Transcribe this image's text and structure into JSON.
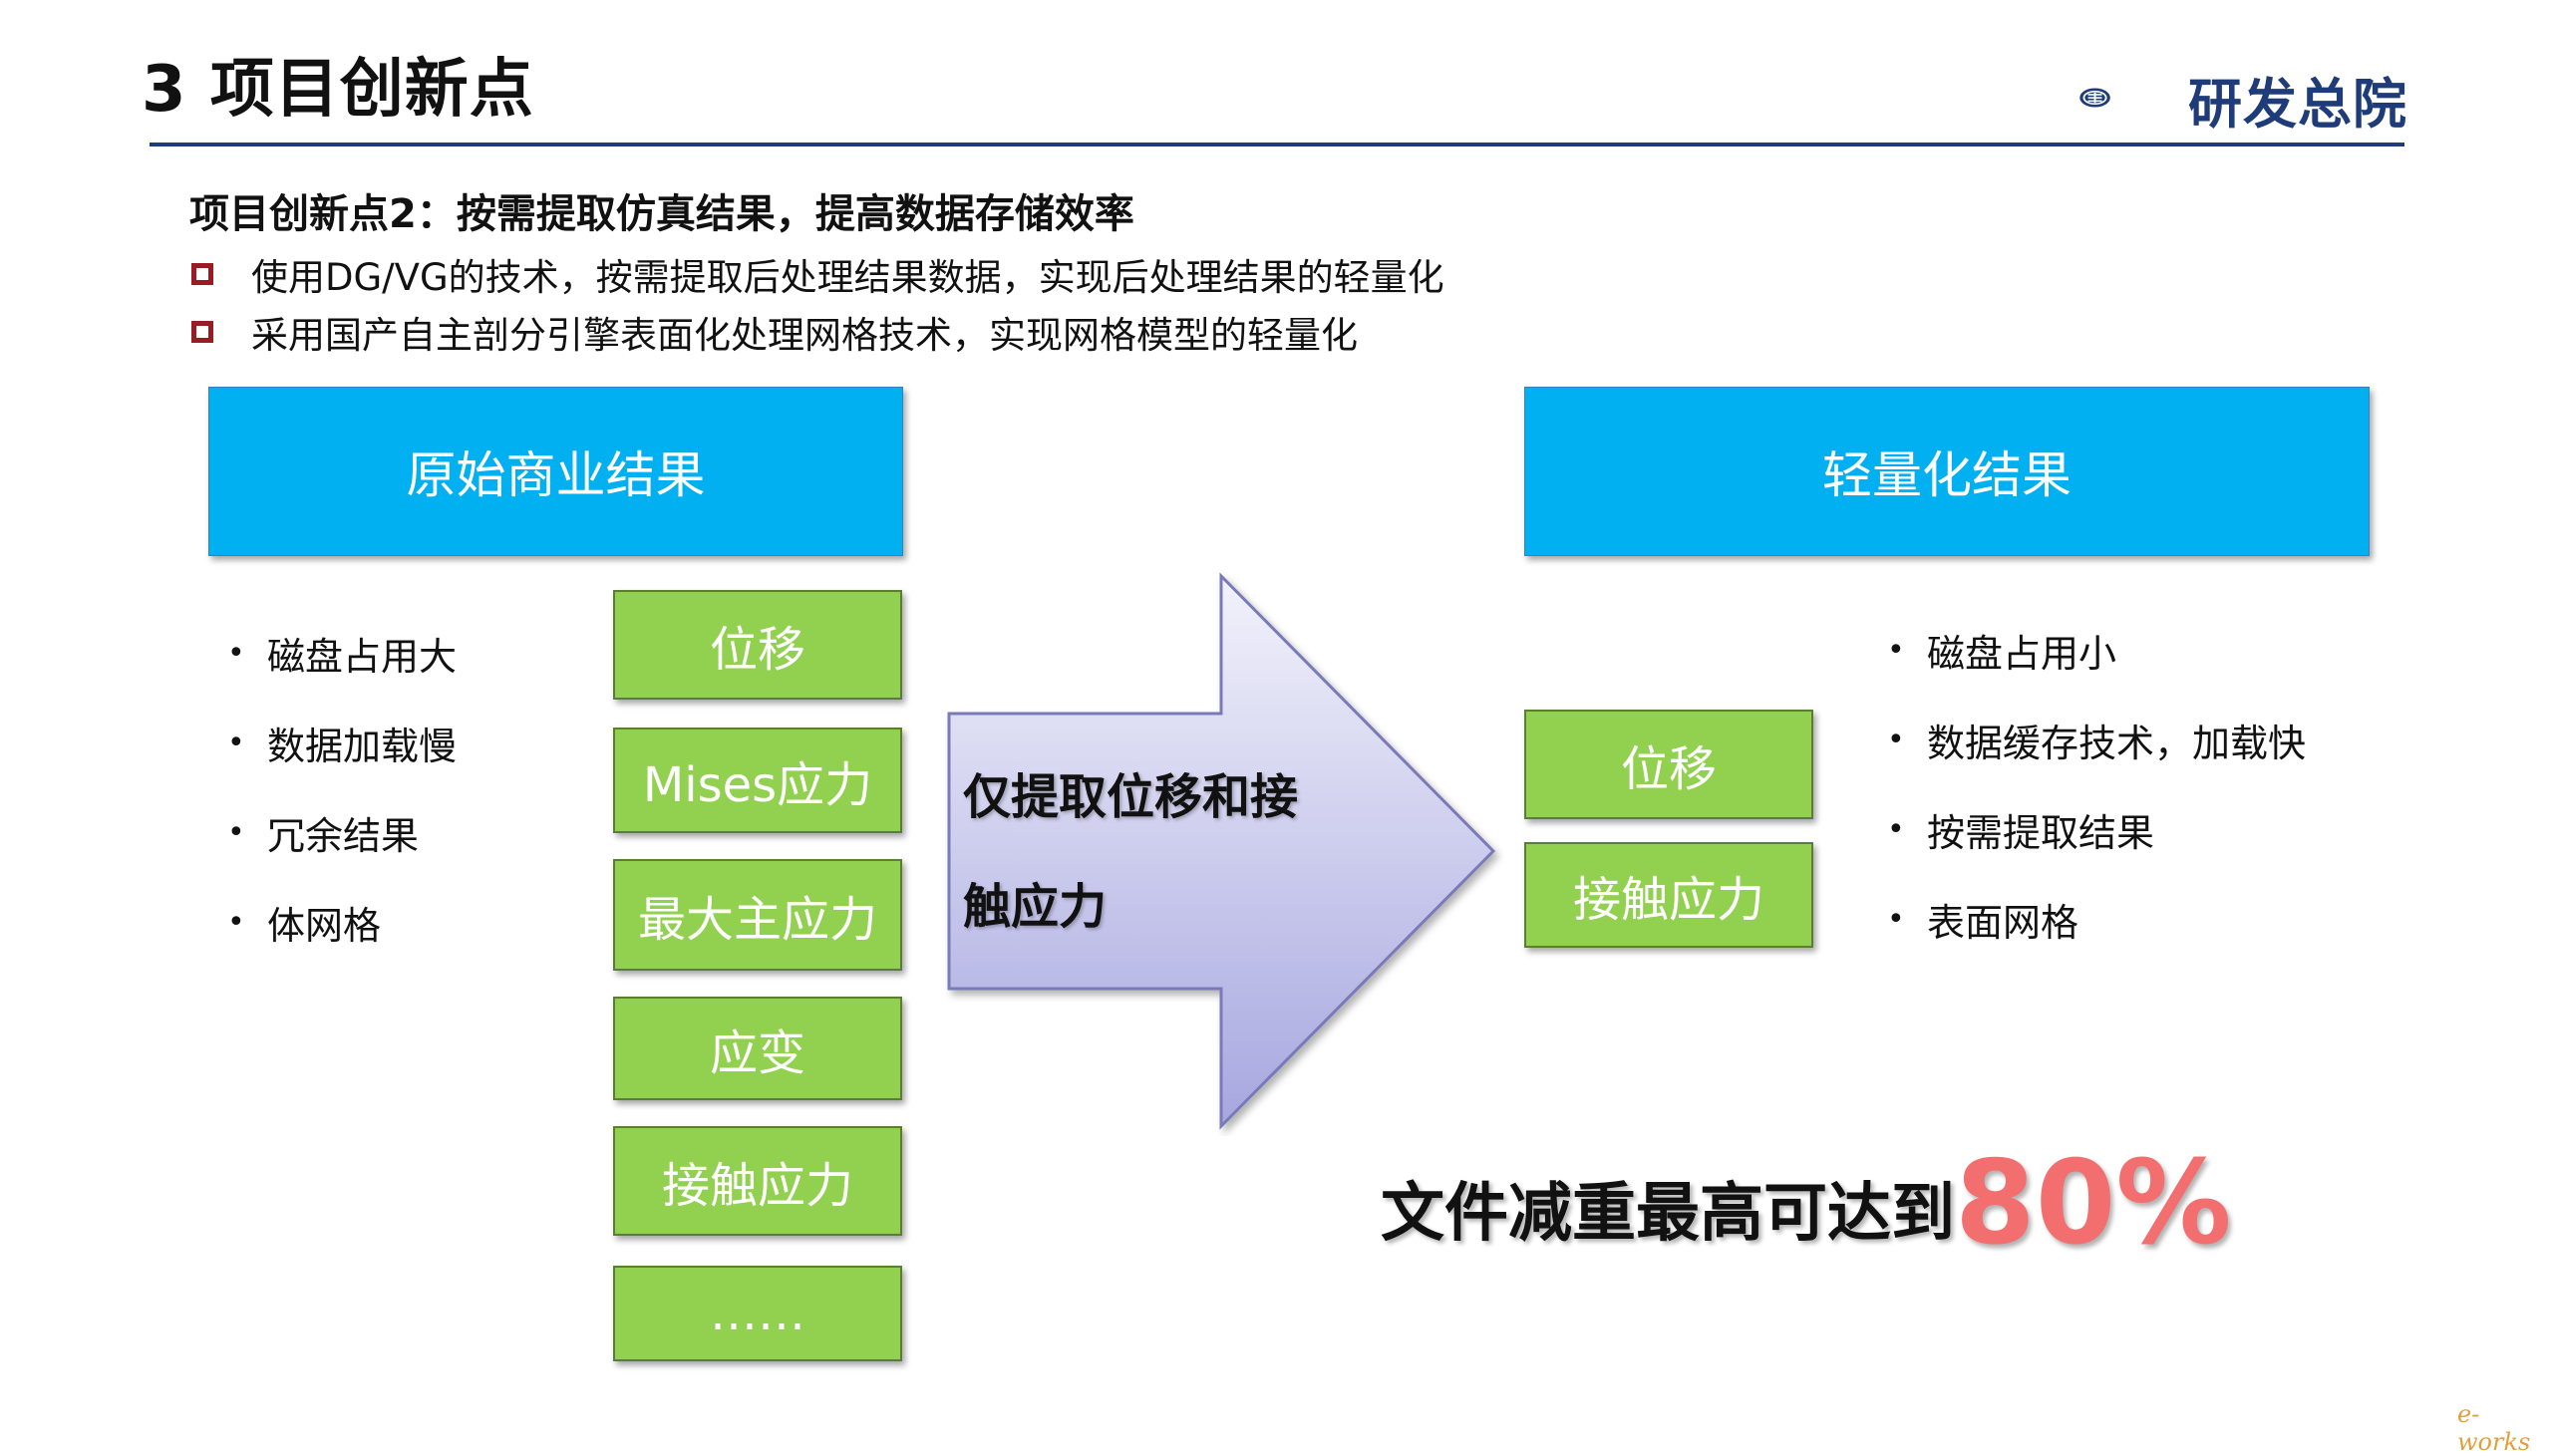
{
  "header": {
    "title": "3 项目创新点",
    "logo_text": "研发总院"
  },
  "intro": {
    "subtitle": "项目创新点2：按需提取仿真结果，提高数据存储效率",
    "bullets": [
      "使用DG/VG的技术，按需提取后处理结果数据，实现后处理结果的轻量化",
      "采用国产自主剖分引擎表面化处理网格技术，实现网格模型的轻量化"
    ]
  },
  "left": {
    "header": "原始商业结果",
    "features": [
      "磁盘占用大",
      "数据加载慢",
      "冗余结果",
      "体网格"
    ],
    "results": [
      "位移",
      "Mises应力",
      "最大主应力",
      "应变",
      "接触应力",
      "……"
    ]
  },
  "arrow": {
    "line1": "仅提取位移和接",
    "line2": "触应力"
  },
  "right": {
    "header": "轻量化结果",
    "results": [
      "位移",
      "接触应力"
    ],
    "features": [
      "磁盘占用小",
      "数据缓存技术，加载快",
      "按需提取结果",
      "表面网格"
    ]
  },
  "summary": {
    "lead": "文件减重最高可达到",
    "percent": "80%"
  },
  "watermark": "e-works",
  "colors": {
    "blue_box": "#00b0f0",
    "green_box": "#92d050",
    "rule": "#1f3c7a",
    "bullet_square": "#9b1b24",
    "percent": "#f36f6f"
  }
}
